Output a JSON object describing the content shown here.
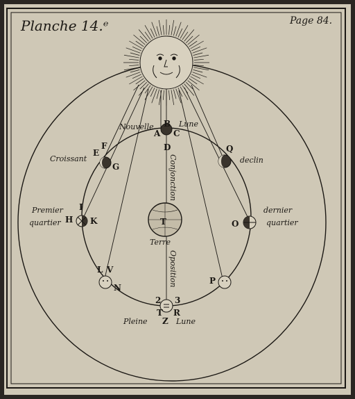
{
  "header": {
    "title": "Planche 14.ᵉ",
    "page": "Page 84."
  },
  "phases": {
    "nouvelle": "Nouvelle",
    "lune_top": "Lune",
    "croissant": "Croissant",
    "declin": "declin",
    "premier": "Premier",
    "quartier_left": "quartier",
    "dernier": "dernier",
    "quartier_right": "quartier",
    "pleine": "Pleine",
    "lune_bottom": "Lune"
  },
  "center": {
    "earth_letter": "T",
    "earth_label": "Terre"
  },
  "axis": {
    "conjonction": "Conjonction",
    "oposition": "Oposition"
  },
  "letters": {
    "A": "A",
    "B": "B",
    "C": "C",
    "D": "D",
    "E": "E",
    "F": "F",
    "G": "G",
    "H": "H",
    "I": "I",
    "K": "K",
    "L": "L",
    "N": "N",
    "O": "O",
    "P": "P",
    "Q": "Q",
    "R": "R",
    "T": "T",
    "V": "V",
    "Z": "Z",
    "two": "2",
    "three": "3"
  },
  "colors": {
    "paper": "#cfc8b6",
    "ink": "#1b1814",
    "frame": "#2a2622"
  }
}
